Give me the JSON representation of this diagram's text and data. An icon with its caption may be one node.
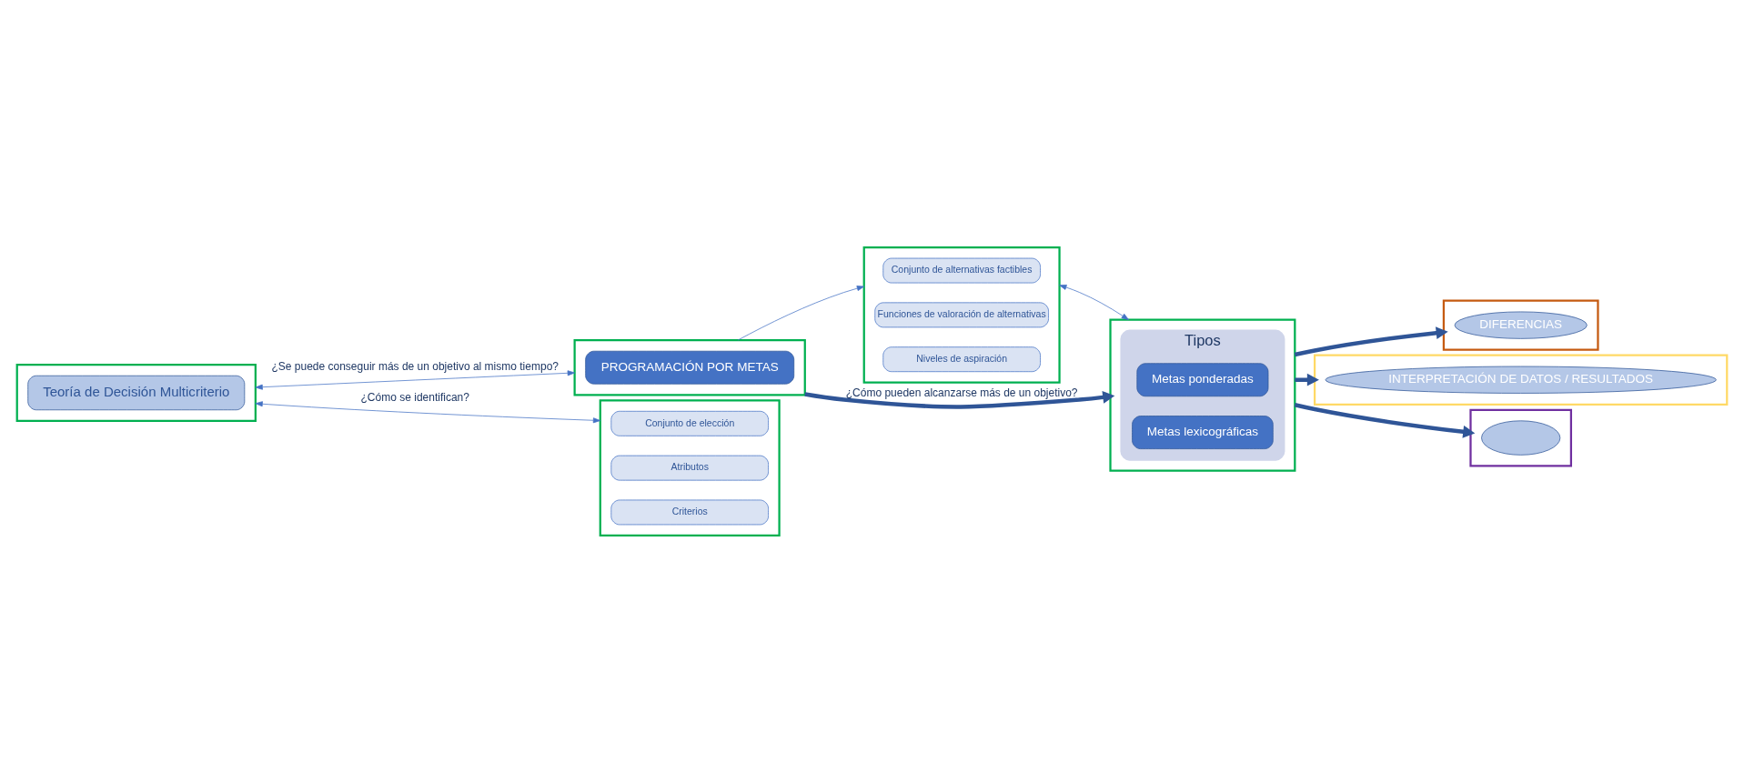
{
  "diagram": {
    "nodes": [
      {
        "text": [],
        "shape": "box"
      },
      {
        "text": [
          "Teoría de Decisión Multicriterio"
        ],
        "in": 0
      },
      {
        "text": [],
        "shape": "box"
      },
      {
        "text": [
          "PROGRAMACIÓN POR METAS"
        ],
        "in": 2
      },
      {
        "text": [],
        "shape": "box"
      },
      {
        "text": [
          "Conjunto de alternativas factibles"
        ],
        "in": 4
      },
      {
        "text": [
          "Funciones de valoración de alternativas"
        ],
        "in": 4
      },
      {
        "text": [
          "Niveles de aspiración"
        ],
        "in": 4
      },
      {
        "text": [],
        "shape": "box"
      },
      {
        "text": [
          "Conjunto de elección"
        ],
        "in": 8
      },
      {
        "text": [
          "Atributos"
        ],
        "in": 8
      },
      {
        "text": [
          "Criterios"
        ],
        "in": 8
      },
      {
        "text": [],
        "shape": "box"
      },
      {
        "text": [
          "Tipos"
        ],
        "in": 12
      },
      {
        "text": [
          "Metas ponderadas"
        ],
        "in": 13
      },
      {
        "text": [
          "Metas lexicográficas"
        ],
        "in": 13
      },
      {
        "text": [],
        "shape": "box"
      },
      {
        "text": [
          "DIFERENCIAS"
        ],
        "in": 16
      },
      {
        "text": [],
        "shape": "box"
      },
      {
        "text": [
          "INTERPRETACIÓN DE DATOS / RESULTADOS"
        ],
        "in": 18
      },
      {
        "text": [],
        "shape": "box"
      },
      {
        "text": [],
        "shape": "ellipse",
        "in": 20
      }
    ],
    "edges": [
      {
        "from": 0,
        "to": 2,
        "arrow": "both",
        "label": "¿Se puede conseguir más de un objetivo al mismo tiempo?"
      },
      {
        "from": 0,
        "to": 8,
        "arrow": "both",
        "label": "¿Cómo se identifican?"
      },
      {
        "from": 2,
        "to": 4,
        "arrow": "to"
      },
      {
        "from": 4,
        "to": 12,
        "arrow": "both"
      },
      {
        "from": 2,
        "to": 12,
        "arrow": "to",
        "style": "thick",
        "label": "¿Cómo pueden alcanzarse más de un objetivo?"
      },
      {
        "from": 12,
        "to": 16,
        "arrow": "to",
        "style": "thick"
      },
      {
        "from": 12,
        "to": 18,
        "arrow": "to",
        "style": "thick"
      },
      {
        "from": 12,
        "to": 20,
        "arrow": "to",
        "style": "thick"
      }
    ]
  }
}
